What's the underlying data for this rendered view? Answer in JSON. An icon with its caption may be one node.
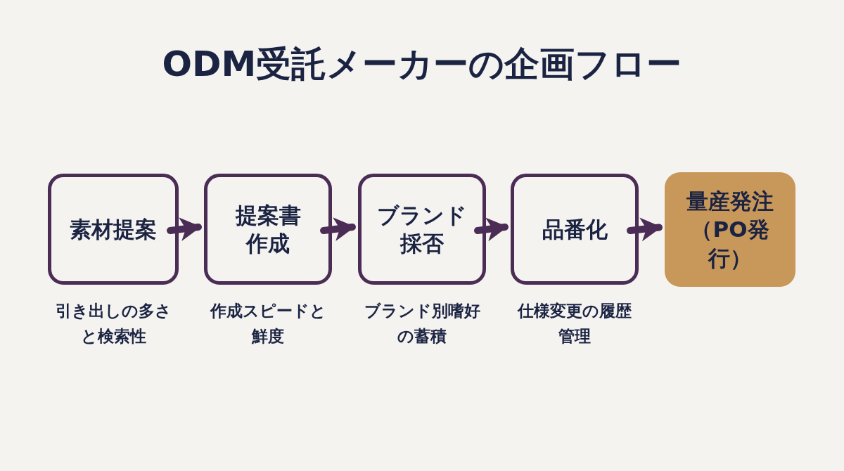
{
  "diagram": {
    "title": "ODM受託メーカーの企画フロー",
    "nodes": [
      {
        "text": [
          "素材提案"
        ],
        "beside": [
          "引き出しの多さと検索性"
        ]
      },
      {
        "text": [
          "提案書作成"
        ],
        "beside": [
          "作成スピードと鮮度"
        ]
      },
      {
        "text": [
          "ブランド採否"
        ],
        "beside": [
          "ブランド別嗜好の蓄積"
        ]
      },
      {
        "text": [
          "品番化"
        ],
        "beside": [
          "仕様変更の履歴管理"
        ]
      },
      {
        "text": [
          "量産発注（PO発行）"
        ]
      }
    ],
    "edges": [
      {
        "from": 0,
        "to": 1,
        "arrow": "to"
      },
      {
        "from": 1,
        "to": 2,
        "arrow": "to"
      },
      {
        "from": 2,
        "to": 3,
        "arrow": "to"
      },
      {
        "from": 3,
        "to": 4,
        "arrow": "to"
      }
    ]
  }
}
